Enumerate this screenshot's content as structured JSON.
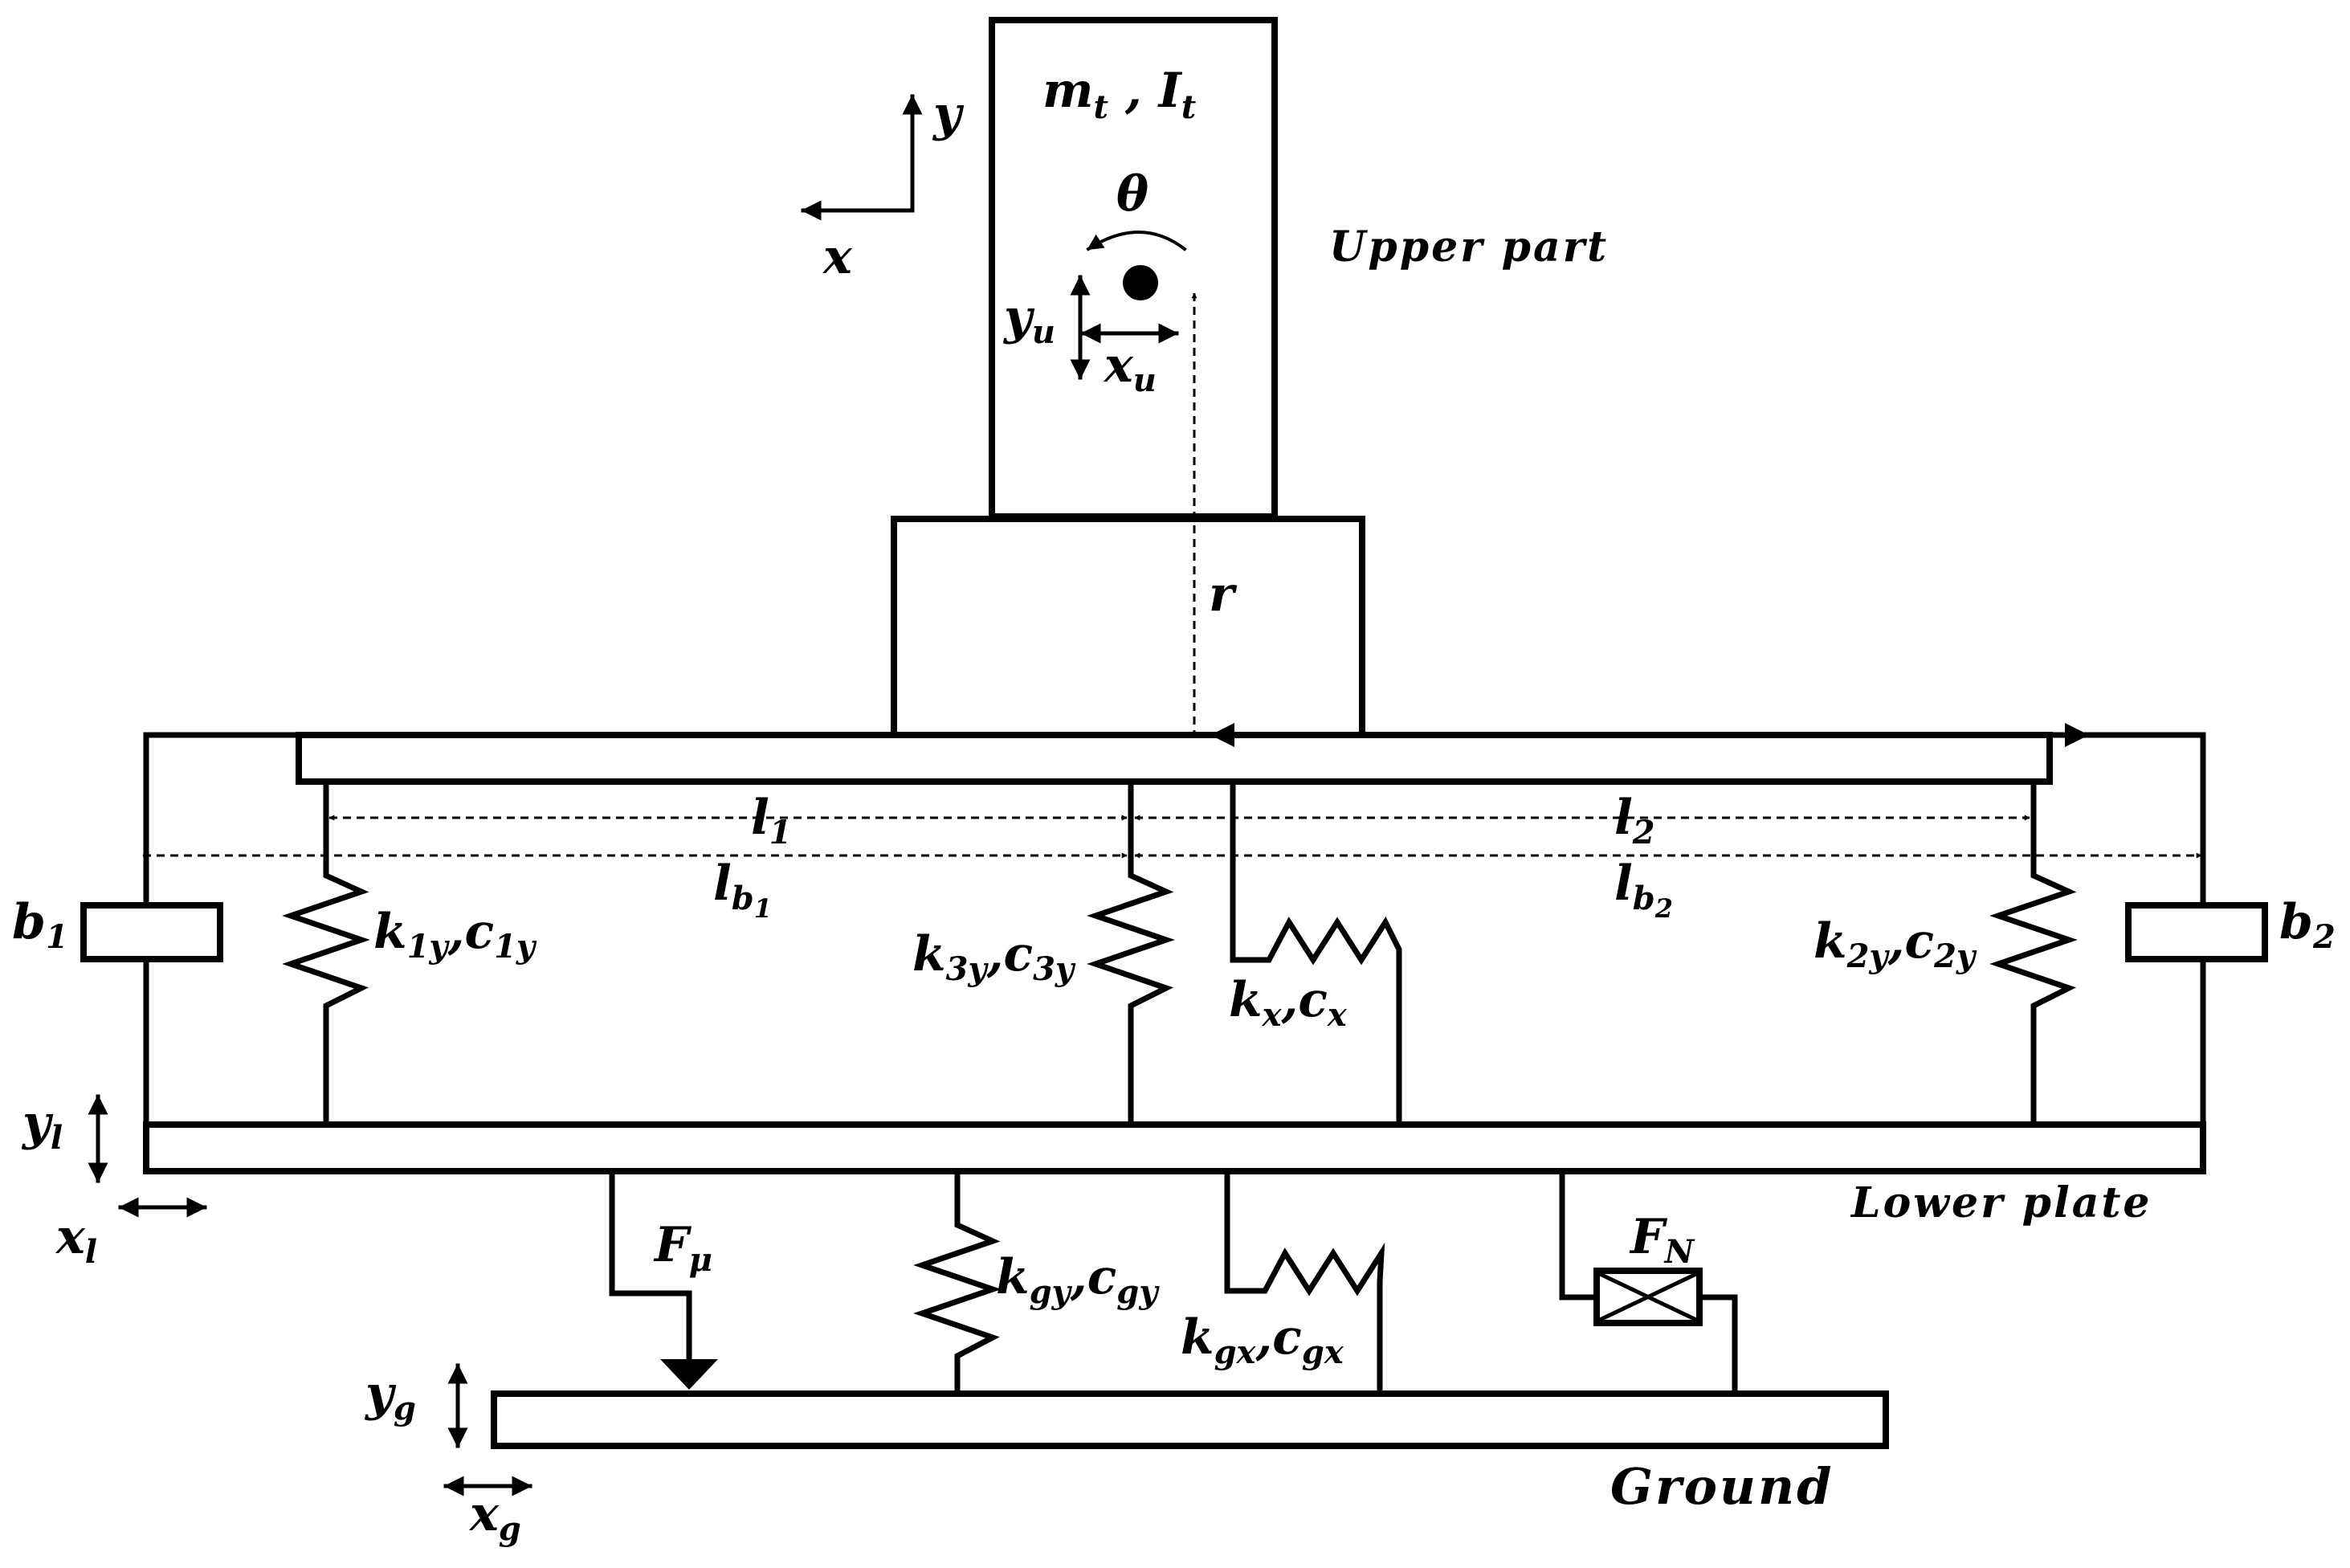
{
  "upper_mass": {
    "m": "m",
    "m_sub": "t",
    "sep": " , ",
    "I": "I",
    "I_sub": "t"
  },
  "axes": {
    "x": "x",
    "y": "y"
  },
  "rotation": "θ",
  "labels": {
    "upper_part": "Upper part",
    "lower_plate": "Lower plate",
    "ground": "Ground",
    "r": "r"
  },
  "dof": {
    "yu": {
      "base": "y",
      "sub": "u"
    },
    "xu": {
      "base": "x",
      "sub": "u"
    },
    "yl": {
      "base": "y",
      "sub": "l"
    },
    "xl": {
      "base": "x",
      "sub": "l"
    },
    "yg": {
      "base": "y",
      "sub": "g"
    },
    "xg": {
      "base": "x",
      "sub": "g"
    }
  },
  "lengths": {
    "l1": {
      "base": "l",
      "sub": "1"
    },
    "l2": {
      "base": "l",
      "sub": "2"
    },
    "lb1": {
      "base": "l",
      "sub": "b",
      "subsub": "1"
    },
    "lb2": {
      "base": "l",
      "sub": "b",
      "subsub": "2"
    }
  },
  "bumpers": {
    "b1": {
      "base": "b",
      "sub": "1"
    },
    "b2": {
      "base": "b",
      "sub": "2"
    }
  },
  "springs": {
    "k1y": {
      "k": "k",
      "ks": "1y",
      "sep": ",",
      "c": "c",
      "cs": "1y"
    },
    "k3y": {
      "k": "k",
      "ks": "3y",
      "sep": ",",
      "c": "c",
      "cs": "3y"
    },
    "k2y": {
      "k": "k",
      "ks": "2y",
      "sep": ",",
      "c": "c",
      "cs": "2y"
    },
    "kx": {
      "k": "k",
      "ks": "x",
      "sep": ",",
      "c": "c",
      "cs": "x"
    },
    "kgy": {
      "k": "k",
      "ks": "gy",
      "sep": ",",
      "c": "c",
      "cs": "gy"
    },
    "kgx": {
      "k": "k",
      "ks": "gx",
      "sep": ",",
      "c": "c",
      "cs": "gx"
    }
  },
  "forces": {
    "Fmu": {
      "base": "F",
      "sub": "μ"
    },
    "FN": {
      "base": "F",
      "sub": "N"
    }
  }
}
